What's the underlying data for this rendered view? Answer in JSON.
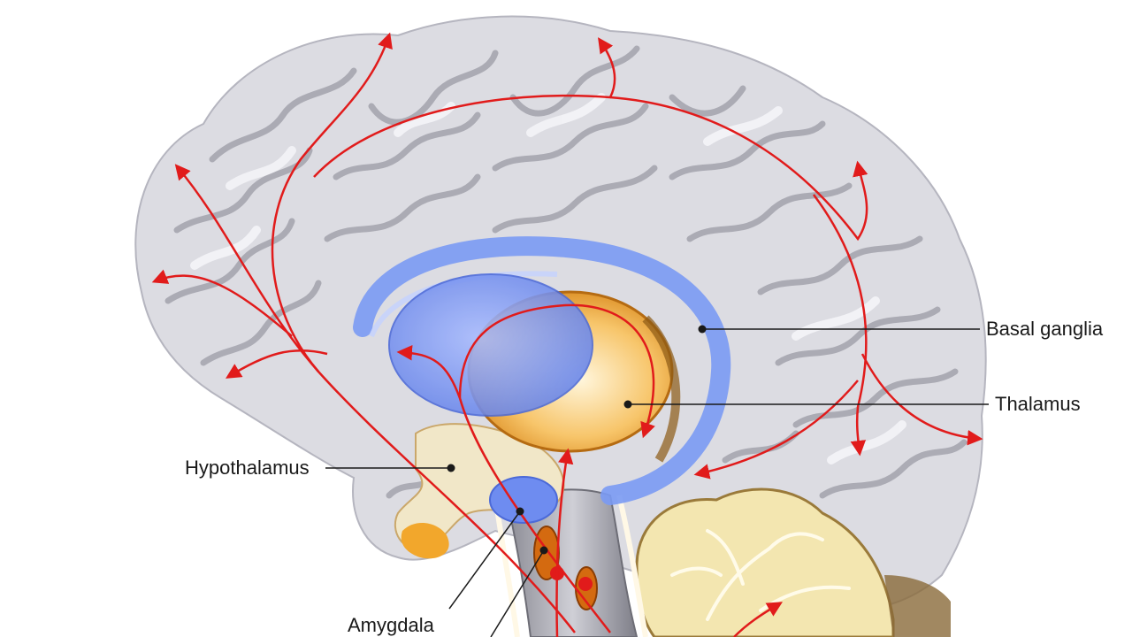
{
  "labels": {
    "basal_ganglia": "Basal ganglia",
    "thalamus": "Thalamus",
    "hypothalamus": "Hypothalamus",
    "amygdala": "Amygdala"
  },
  "colors": {
    "cortex": "#dcdce2",
    "cortex_shadow": "#9c9ca6",
    "cortex_highlight": "#f2f2f6",
    "basal_ganglia": "#5f83f0",
    "thalamus": "#f5b43c",
    "brainstem": "#b9b9c0",
    "cerebellum": "#f3e6b0",
    "pathway": "#e11b1b",
    "nucleus": "#e11b1b",
    "leader_line": "#1a1a1a"
  }
}
